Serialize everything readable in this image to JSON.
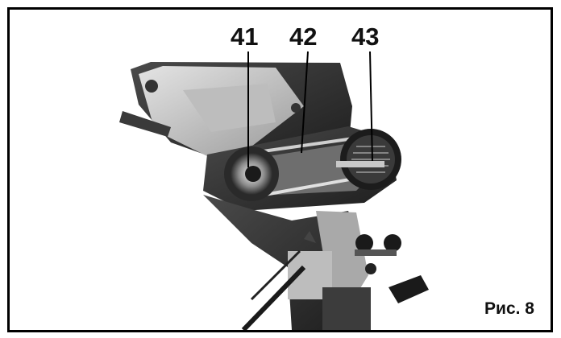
{
  "figure": {
    "callouts": [
      "41",
      "42",
      "43"
    ],
    "caption": "Рис. 8"
  },
  "colors": {
    "frame": "#000000",
    "background": "#ffffff",
    "machine_dark": "#2b2b2b",
    "machine_mid": "#8c8c8c",
    "machine_light": "#cfcfcf"
  }
}
